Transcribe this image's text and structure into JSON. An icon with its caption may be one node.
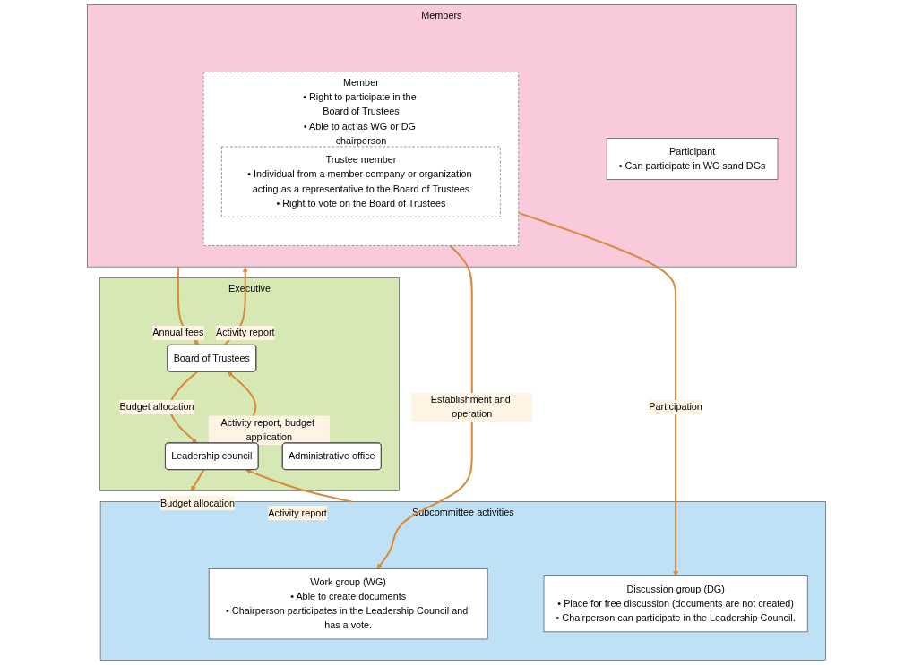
{
  "diagram": {
    "nodes": [
      {
        "text": [
          "Executive"
        ]
      },
      {
        "text": [
          "Leadership council"
        ],
        "in": 0
      },
      {
        "text": [
          "Board of Trustees"
        ],
        "in": 0
      },
      {
        "text": [
          "Administrative office"
        ],
        "in": 0
      },
      {
        "text": [
          "Subcommittee activities"
        ]
      },
      {
        "text": [
          "Work group (WG)",
          "• Able to create documents",
          "• Chairperson participates in the Leadership Council and has a vote."
        ],
        "in": 4
      },
      {
        "text": [
          "Discussion group (DG)",
          "• Place for free discussion (documents are not created)",
          "• Chairperson can participate in the Leadership Council."
        ],
        "in": 4
      },
      {
        "text": [
          "Members"
        ]
      },
      {
        "text": [
          "Member",
          "• Right to participate in the Board of Trustees",
          "• Able to act as WG or DG chairperson"
        ],
        "in": 7
      },
      {
        "text": [
          "Trustee member",
          "• Individual from a member company or organization acting as a representative to the Board of Trustees",
          "• Right to vote on the Board of Trustees"
        ],
        "in": 8
      },
      {
        "text": [
          "Participant",
          "• Can participate in WG sand DGs"
        ],
        "in": 7
      }
    ],
    "edges": [
      {
        "from": 1,
        "to": 2,
        "arrow": "to",
        "label": "Activity report, budget application"
      },
      {
        "from": 2,
        "to": 1,
        "arrow": "to",
        "label": "Budget allocation"
      },
      {
        "from": 4,
        "to": 1,
        "arrow": "to",
        "label": "Activity report"
      },
      {
        "from": 1,
        "to": 4,
        "arrow": "to",
        "label": "Budget allocation"
      },
      {
        "from": 7,
        "to": 2,
        "arrow": "to",
        "label": "Annual fees"
      },
      {
        "from": 2,
        "to": 7,
        "arrow": "to",
        "label": "Activity report"
      },
      {
        "from": 8,
        "to": 5,
        "arrow": "to",
        "label": "Establishment and operation"
      },
      {
        "from": 8,
        "to": 6,
        "arrow": "to",
        "label": "Participation"
      }
    ]
  }
}
